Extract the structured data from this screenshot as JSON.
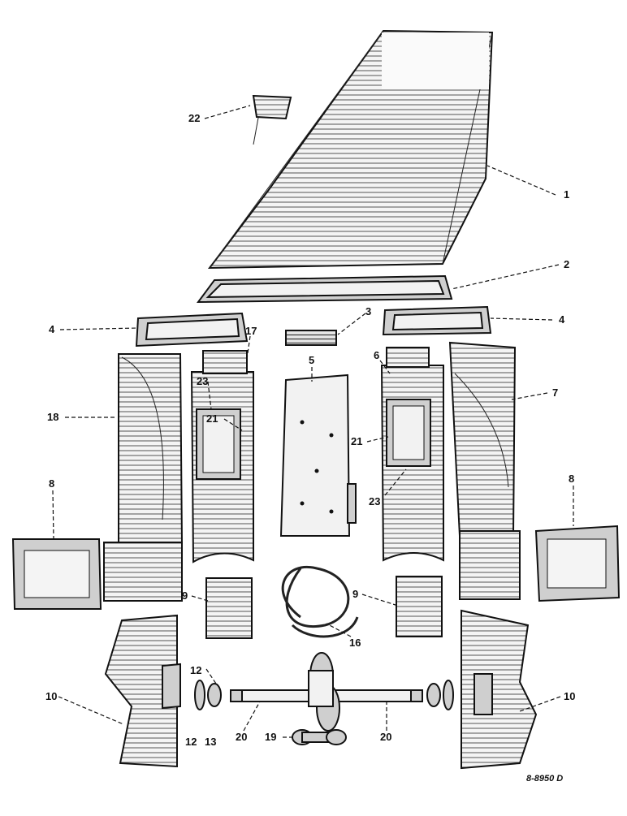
{
  "callouts": [
    {
      "id": "c1",
      "text": "1"
    },
    {
      "id": "c2",
      "text": "2"
    },
    {
      "id": "c3",
      "text": "3"
    },
    {
      "id": "c4a",
      "text": "4"
    },
    {
      "id": "c4b",
      "text": "4"
    },
    {
      "id": "c5",
      "text": "5"
    },
    {
      "id": "c6",
      "text": "6"
    },
    {
      "id": "c7",
      "text": "7"
    },
    {
      "id": "c8a",
      "text": "8"
    },
    {
      "id": "c8b",
      "text": "8"
    },
    {
      "id": "c9a",
      "text": "9"
    },
    {
      "id": "c9b",
      "text": "9"
    },
    {
      "id": "c10a",
      "text": "10"
    },
    {
      "id": "c10b",
      "text": "10"
    },
    {
      "id": "c12a",
      "text": "12"
    },
    {
      "id": "c12b",
      "text": "12"
    },
    {
      "id": "c13",
      "text": "13"
    },
    {
      "id": "c16",
      "text": "16"
    },
    {
      "id": "c17",
      "text": "17"
    },
    {
      "id": "c18",
      "text": "18"
    },
    {
      "id": "c19",
      "text": "19"
    },
    {
      "id": "c20a",
      "text": "20"
    },
    {
      "id": "c20b",
      "text": "20"
    },
    {
      "id": "c21a",
      "text": "21"
    },
    {
      "id": "c21b",
      "text": "21"
    },
    {
      "id": "c22",
      "text": "22"
    },
    {
      "id": "c23a",
      "text": "23"
    },
    {
      "id": "c23b",
      "text": "23"
    }
  ],
  "drawing_number": "8-8950 D"
}
